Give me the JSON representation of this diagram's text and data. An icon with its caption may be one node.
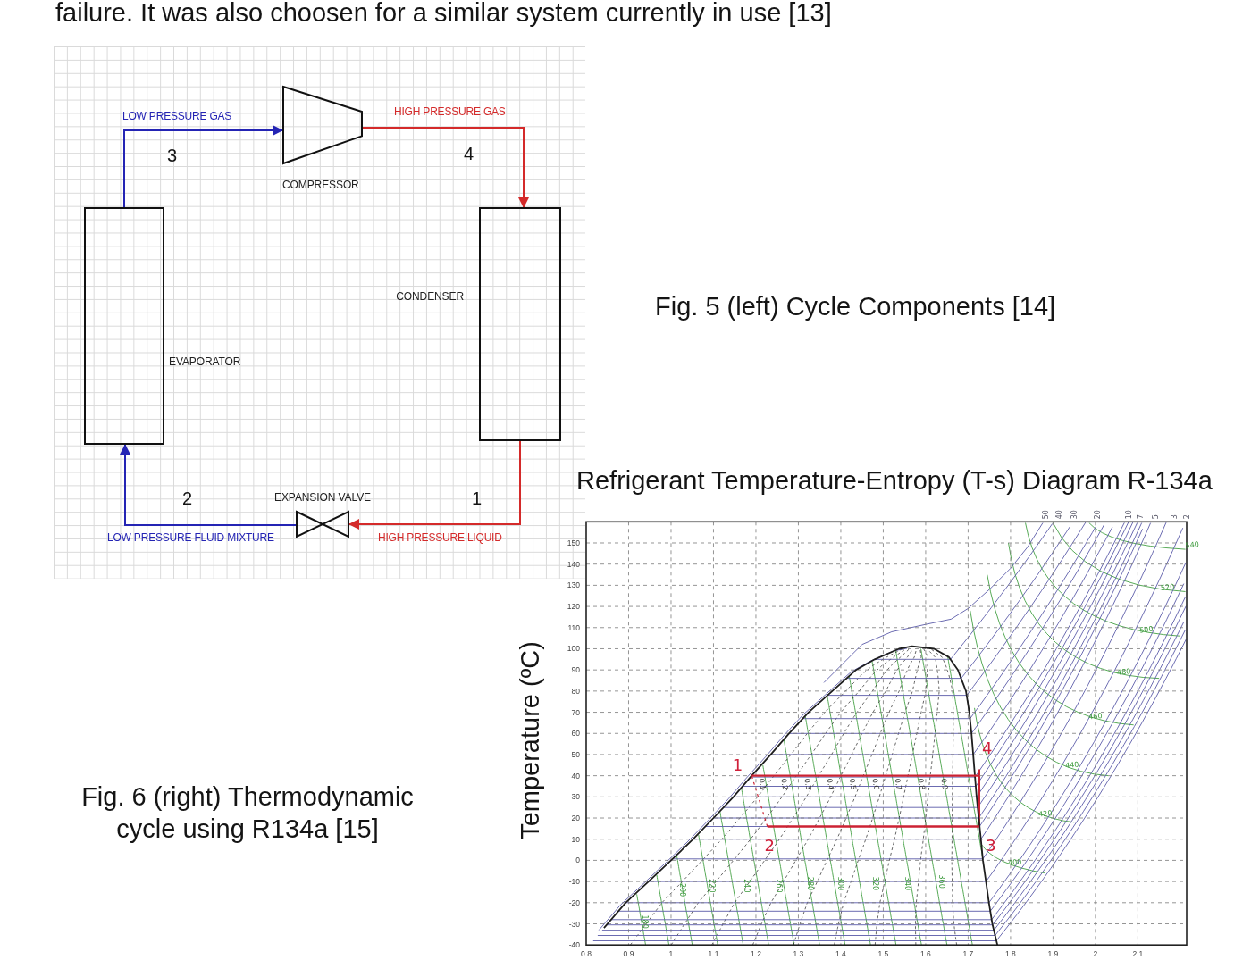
{
  "diagram": {
    "nodes": [
      {
        "text": [
          "COMPRESSOR"
        ]
      },
      {
        "text": [
          "EVAPORATOR"
        ]
      },
      {
        "text": [
          "CONDENSER"
        ]
      },
      {
        "text": [
          "EXPANSION VALVE"
        ]
      }
    ],
    "edges": [
      {
        "from": 1,
        "to": 0,
        "arrow": "to",
        "label": "LOW PRESSURE GAS",
        "color": "#2424b4"
      },
      {
        "from": 0,
        "to": 2,
        "arrow": "to",
        "label": "HIGH PRESSURE GAS",
        "color": "#d42a2a"
      },
      {
        "from": 2,
        "to": 3,
        "arrow": "to",
        "label": "HIGH PRESSURE LIQUID",
        "color": "#d42a2a"
      },
      {
        "from": 3,
        "to": 1,
        "arrow": "to",
        "label": "LOW PRESSURE FLUID MIXTURE",
        "color": "#2424b4"
      }
    ],
    "labels": [
      "failure. It was also choosen for a similar system currently in use [13]",
      "3",
      "4",
      "Fig. 5 (left) Cycle Components [14]",
      "2",
      "1",
      "Fig. 6 (right) Thermodynamic cycle using R134a [15]"
    ],
    "chart_data": {
      "type": "line",
      "title": "Refrigerant Temperature-Entropy (T-s) Diagram R-134a",
      "ylabel": "Temperature (ºC)",
      "x": [
        0.842,
        0.893,
        0.947,
        1.0,
        1.052,
        1.1,
        1.147,
        1.19,
        1.227,
        1.235,
        1.278,
        1.324,
        1.38,
        1.436,
        1.48,
        1.537,
        1.568,
        1.62,
        1.655,
        1.676,
        1.695,
        1.703,
        1.708,
        1.712,
        1.716,
        1.72,
        1.725,
        1.726,
        1.73,
        1.735,
        1.742,
        1.749,
        1.757,
        1.769
      ],
      "series": [
        {
          "color": "#1e1e1e",
          "values": [
            -32,
            -20,
            -10,
            0,
            10,
            20,
            30,
            40,
            null,
            50,
            60,
            70,
            80,
            90,
            95,
            100,
            101.2,
            100,
            96,
            90,
            80,
            70,
            60,
            50,
            40,
            30,
            20,
            null,
            10,
            0,
            -10,
            -20,
            -30,
            -40
          ]
        },
        {
          "color": "#cc2233",
          "values": [
            null,
            null,
            null,
            null,
            null,
            null,
            null,
            40,
            40,
            40,
            40,
            40,
            40,
            40,
            40,
            40,
            40,
            40,
            40,
            40,
            40,
            40,
            40,
            40,
            40,
            40,
            40,
            40,
            null,
            null,
            null,
            null,
            null,
            null
          ]
        },
        {
          "color": "#cc2233",
          "values": [
            null,
            null,
            null,
            null,
            null,
            null,
            null,
            null,
            16,
            16,
            16,
            16,
            16,
            16,
            16,
            16,
            16,
            16,
            16,
            16,
            16,
            16,
            16,
            16,
            16,
            16,
            16,
            16,
            null,
            null,
            null,
            null,
            null,
            null
          ]
        }
      ],
      "xlim": [
        0.8,
        2.215
      ],
      "ylim": [
        -40,
        160
      ],
      "xticks": [
        0.8,
        0.9,
        1,
        1.1,
        1.2,
        1.3,
        1.4,
        1.5,
        1.6,
        1.7,
        1.8,
        1.9,
        2,
        2.1
      ],
      "yticks": [
        -40,
        -30,
        -20,
        -10,
        0,
        10,
        20,
        30,
        40,
        50,
        60,
        70,
        80,
        90,
        100,
        110,
        120,
        130,
        140,
        150
      ],
      "grid": true,
      "annotations": [
        "50",
        "40",
        "30",
        "20",
        "10",
        "7",
        "5",
        "3",
        "2",
        "540",
        "520",
        "500",
        "480",
        "460",
        {
          "text": "4",
          "x": 1.726,
          "y": 40
        },
        {
          "text": "1",
          "x": 1.19,
          "y": 40
        },
        "440",
        "0.1",
        "0.2",
        "0.3",
        "0.4",
        "0.5",
        "0.6",
        "0.7",
        "0.8",
        "0.9",
        "420",
        {
          "text": "2",
          "x": 1.227,
          "y": 16
        },
        {
          "text": "3",
          "x": 1.726,
          "y": 16
        },
        "400",
        "180",
        "200",
        "220",
        "240",
        "260",
        "280",
        "300",
        "320",
        "340",
        "360"
      ]
    }
  }
}
